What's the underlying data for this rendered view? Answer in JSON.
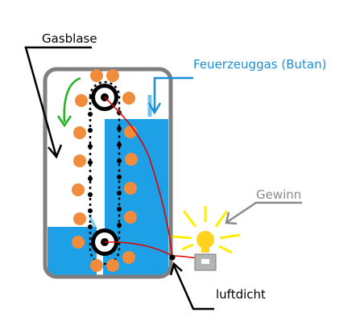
{
  "labels": {
    "gas_bubble": "Gasblase",
    "lighter_gas": "Feuerzeuggas  (Butan)",
    "gain": "Gewinn",
    "airtight": "luftdicht"
  },
  "colors": {
    "water": "#1ea0e6",
    "tank_outline": "#7f7f7f",
    "bubble": "#f08c3c",
    "chain": "#000000",
    "wire": "#e00000",
    "rotation_arrow": "#22b222",
    "fuel_arrow": "#1a8fd8",
    "gain_arrow": "#8a8a8a",
    "bulb": "#ffd21e",
    "bulb_rays": "#ffee00"
  },
  "icons": {
    "gear_top": "gear-icon",
    "gear_bottom": "gear-icon",
    "bulb": "light-bulb-icon"
  }
}
